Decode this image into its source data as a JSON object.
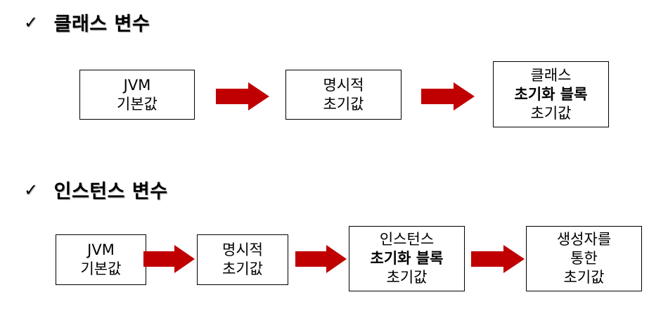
{
  "check_mark": "✓",
  "arrow_color": "#c00000",
  "sections": [
    {
      "title": "클래스 변수",
      "steps": [
        {
          "lines": [
            "JVM",
            "기본값"
          ],
          "bold": [
            false,
            false
          ]
        },
        {
          "lines": [
            "명시적",
            "초기값"
          ],
          "bold": [
            false,
            false
          ]
        },
        {
          "lines": [
            "클래스",
            "초기화 블록",
            "초기값"
          ],
          "bold": [
            false,
            true,
            false
          ]
        }
      ]
    },
    {
      "title": "인스턴스 변수",
      "steps": [
        {
          "lines": [
            "JVM",
            "기본값"
          ],
          "bold": [
            false,
            false
          ]
        },
        {
          "lines": [
            "명시적",
            "초기값"
          ],
          "bold": [
            false,
            false
          ]
        },
        {
          "lines": [
            "인스턴스",
            "초기화 블록",
            "초기값"
          ],
          "bold": [
            false,
            true,
            false
          ]
        },
        {
          "lines": [
            "생성자를",
            "통한",
            "초기값"
          ],
          "bold": [
            false,
            false,
            false
          ]
        }
      ]
    }
  ]
}
